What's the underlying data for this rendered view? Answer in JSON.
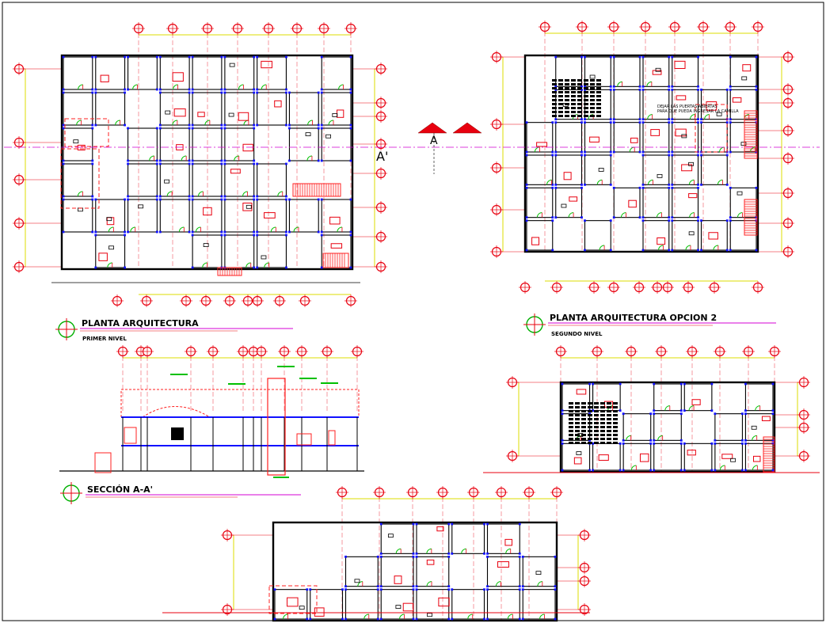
{
  "drawing": {
    "plans": [
      {
        "title": "PLANTA ARQUITECTURA",
        "subtitle": "PRIMER NIVEL"
      },
      {
        "title": "PLANTA ARQUITECTURA OPCION 2",
        "subtitle": "SEGUNDO NIVEL"
      }
    ],
    "section": {
      "title": "SECCIÓN A-A'"
    },
    "cut_labels": {
      "left": "A",
      "right": "A'"
    },
    "notes": [
      "DEJAR LAS PUERTAS ABIERTAS",
      "PARA QUE PUEDA INGRESAR LA CAMILLA"
    ],
    "colors": {
      "grid": "#e8000f",
      "dimension": "#dede00",
      "wall": "#000000",
      "opening": "#1010ff",
      "fixture": "#00c000",
      "title_rule": "#d400d4",
      "section_fill": "#ff2020"
    }
  }
}
